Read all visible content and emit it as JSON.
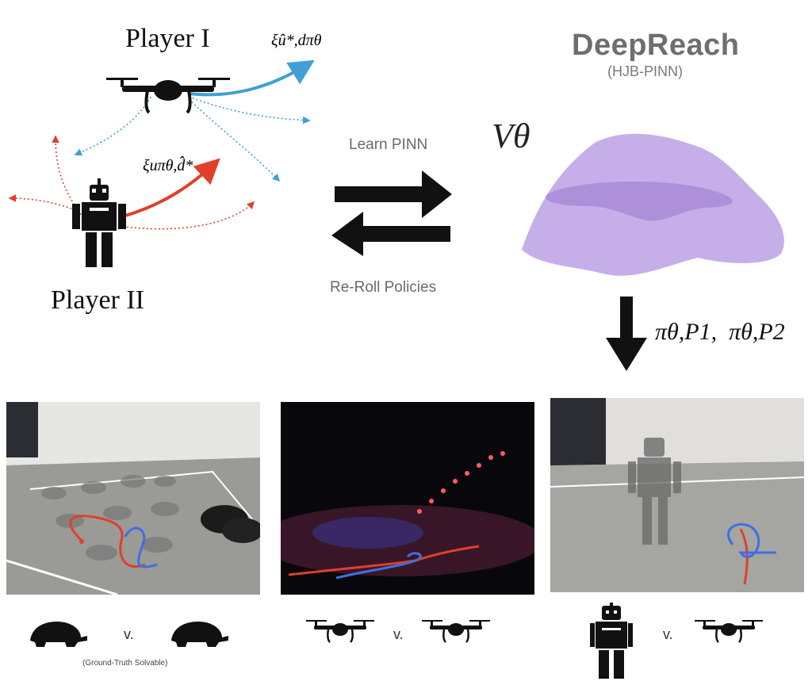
{
  "top_left": {
    "player1_label": "Player I",
    "player2_label": "Player II",
    "xi_blue_label": "ξû*,dπθ",
    "xi_red_label": "ξuπθ,d̂*",
    "icons": [
      "drone-icon",
      "robot-icon"
    ]
  },
  "middle": {
    "learn_label": "Learn PINN",
    "reroll_label": "Re-Roll Policies"
  },
  "top_right": {
    "title": "DeepReach",
    "subtitle": "(HJB-PINN)",
    "value_label": "Vθ",
    "policy_label": "πθ,P1,  πθ,P2"
  },
  "bottom": {
    "panels": [
      {
        "left_icon": "turtle-icon",
        "right_icon": "turtle-icon",
        "vs": "v.",
        "caption": "(Ground-Truth Solvable)"
      },
      {
        "left_icon": "drone-icon",
        "right_icon": "drone-icon",
        "vs": "v.",
        "caption": ""
      },
      {
        "left_icon": "robot-icon",
        "right_icon": "drone-icon",
        "vs": "v.",
        "caption": ""
      }
    ]
  },
  "colors": {
    "blue": "#3f9fd6",
    "red": "#e0402a",
    "purple": "#b79be0",
    "purple_dark": "#9a7cc9"
  }
}
